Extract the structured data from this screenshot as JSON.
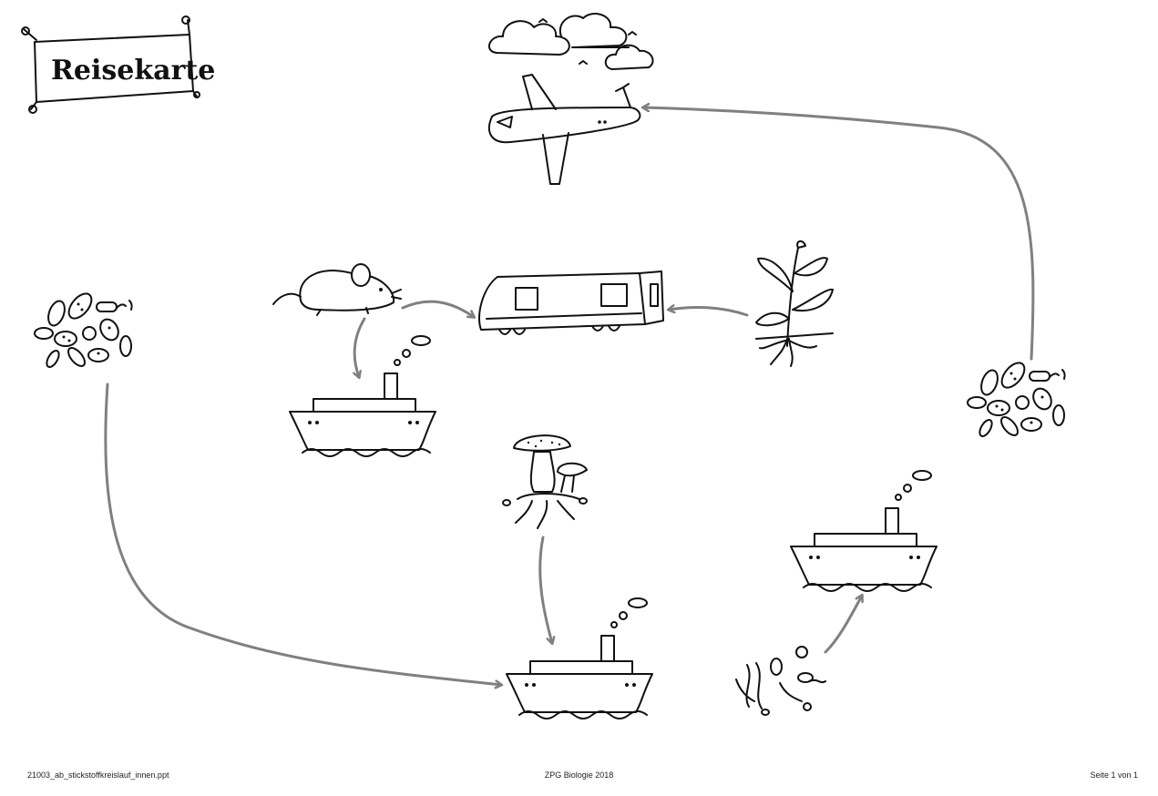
{
  "title": "Reisekarte",
  "footer": {
    "left": "21003_ab_stickstoffkreislauf_innen.ppt",
    "center": "ZPG Biologie 2018",
    "right": "Seite 1 von 1"
  },
  "colors": {
    "ink": "#111111",
    "arrow": "#808080",
    "background": "#ffffff"
  },
  "icons": [
    "airplane-icon",
    "clouds-icon",
    "train-icon",
    "mouse-icon",
    "plant-icon",
    "bacteria-icon",
    "ship-icon",
    "mushroom-icon",
    "soil-organisms-icon"
  ],
  "arrows": [
    {
      "from": "bacteria-right",
      "to": "airplane"
    },
    {
      "from": "mouse",
      "to": "train"
    },
    {
      "from": "plant",
      "to": "train"
    },
    {
      "from": "mouse",
      "to": "ship-left"
    },
    {
      "from": "bacteria-left",
      "to": "ship-bottom"
    },
    {
      "from": "mushroom",
      "to": "ship-bottom"
    },
    {
      "from": "soil-organisms",
      "to": "ship-right"
    }
  ]
}
